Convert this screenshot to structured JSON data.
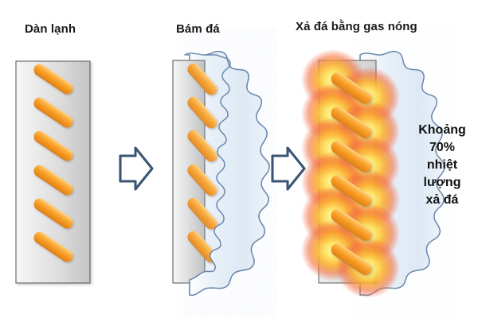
{
  "diagram": {
    "title_context": "Hot gas defrost evaporator stages",
    "panels": [
      {
        "id": "evaporator",
        "label": "Dàn lạnh"
      },
      {
        "id": "ice-buildup",
        "label": "Bám đá"
      },
      {
        "id": "hot-gas-defrost",
        "label": "Xả đá bằng gas nóng"
      }
    ],
    "arrows": [
      {
        "id": "arrow-1",
        "glyph": "right-block-arrow"
      },
      {
        "id": "arrow-2",
        "glyph": "right-block-arrow"
      }
    ],
    "side_note": {
      "lines": [
        "Khoảng",
        "70%",
        "nhiệt",
        "lượng",
        "xả đá"
      ]
    },
    "colors": {
      "panel_fill_light": "#f2f2f2",
      "panel_fill_dark": "#c9c9c9",
      "panel_stroke": "#595959",
      "tube_orange": "#f5a02c",
      "tube_orange_light": "#ffc869",
      "tube_orange_dark": "#e08a1e",
      "ice_fill": "#e3ecf6",
      "ice_stroke": "#5f7fa6",
      "arrow_stroke": "#3b5574",
      "glow_core": "#fff27a",
      "glow_mid": "#fba52a",
      "glow_edge": "#f2663c",
      "text": "#141414"
    },
    "tube_count": 6
  }
}
